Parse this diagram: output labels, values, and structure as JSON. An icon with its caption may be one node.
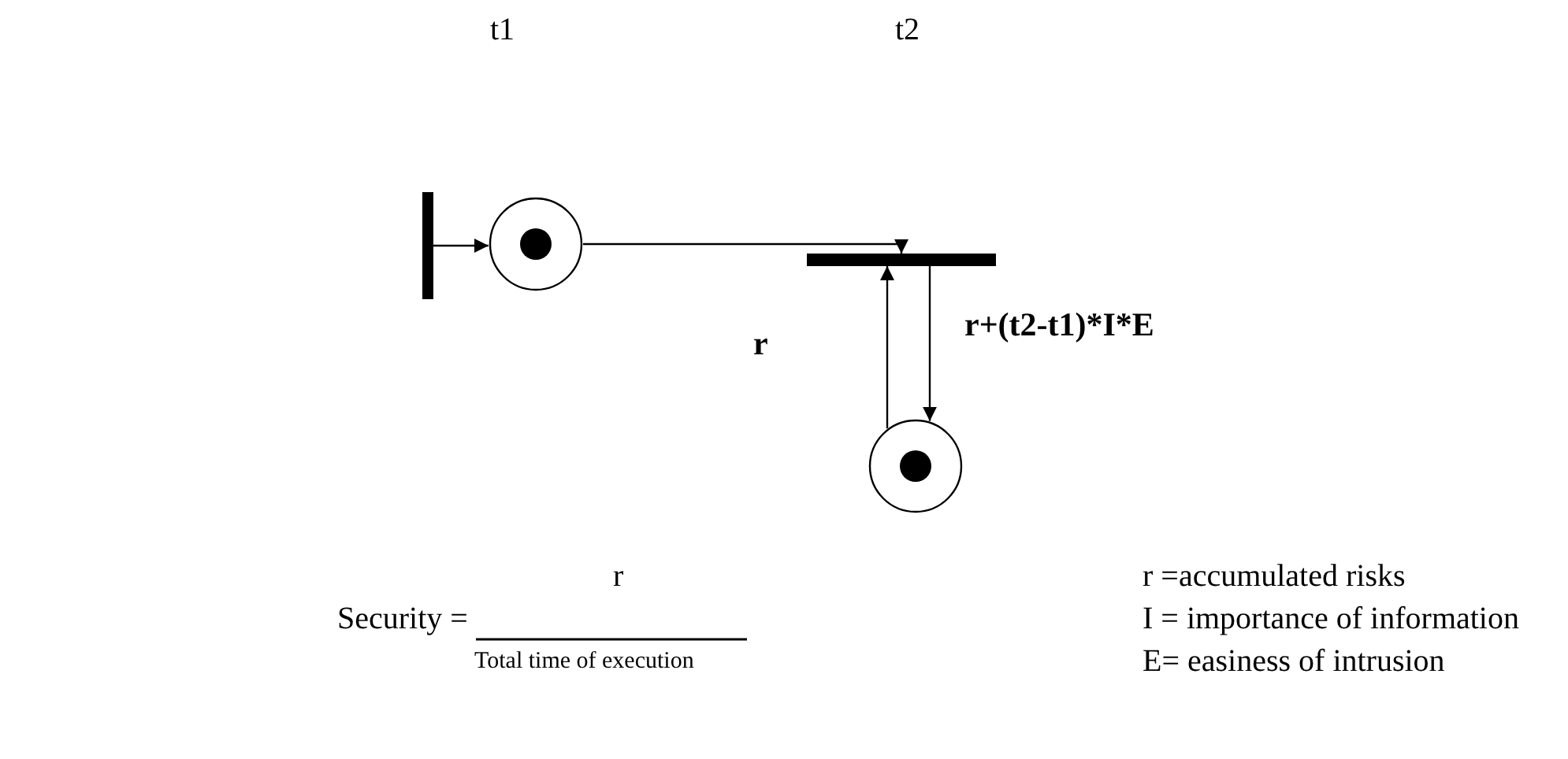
{
  "diagram": {
    "nodes": [
      {
        "text": [],
        "shape": "bar"
      },
      {
        "text": [],
        "shape": "circle"
      },
      {
        "text": [],
        "shape": "bar"
      },
      {
        "text": [],
        "shape": "circle"
      }
    ],
    "edges": [
      {
        "from": 0,
        "to": 1,
        "arrow": "to"
      },
      {
        "from": 1,
        "to": 2,
        "arrow": "to"
      },
      {
        "from": 3,
        "to": 2,
        "arrow": "to",
        "label": "r"
      },
      {
        "from": 2,
        "to": 3,
        "arrow": "to",
        "label": "r+(t2-t1)*I*E"
      }
    ],
    "labels": [
      "t1",
      "t2",
      "r",
      "Security =",
      "Total time of execution",
      "r =accumulated risks",
      "I = importance of information",
      "E= easiness of intrusion"
    ]
  }
}
